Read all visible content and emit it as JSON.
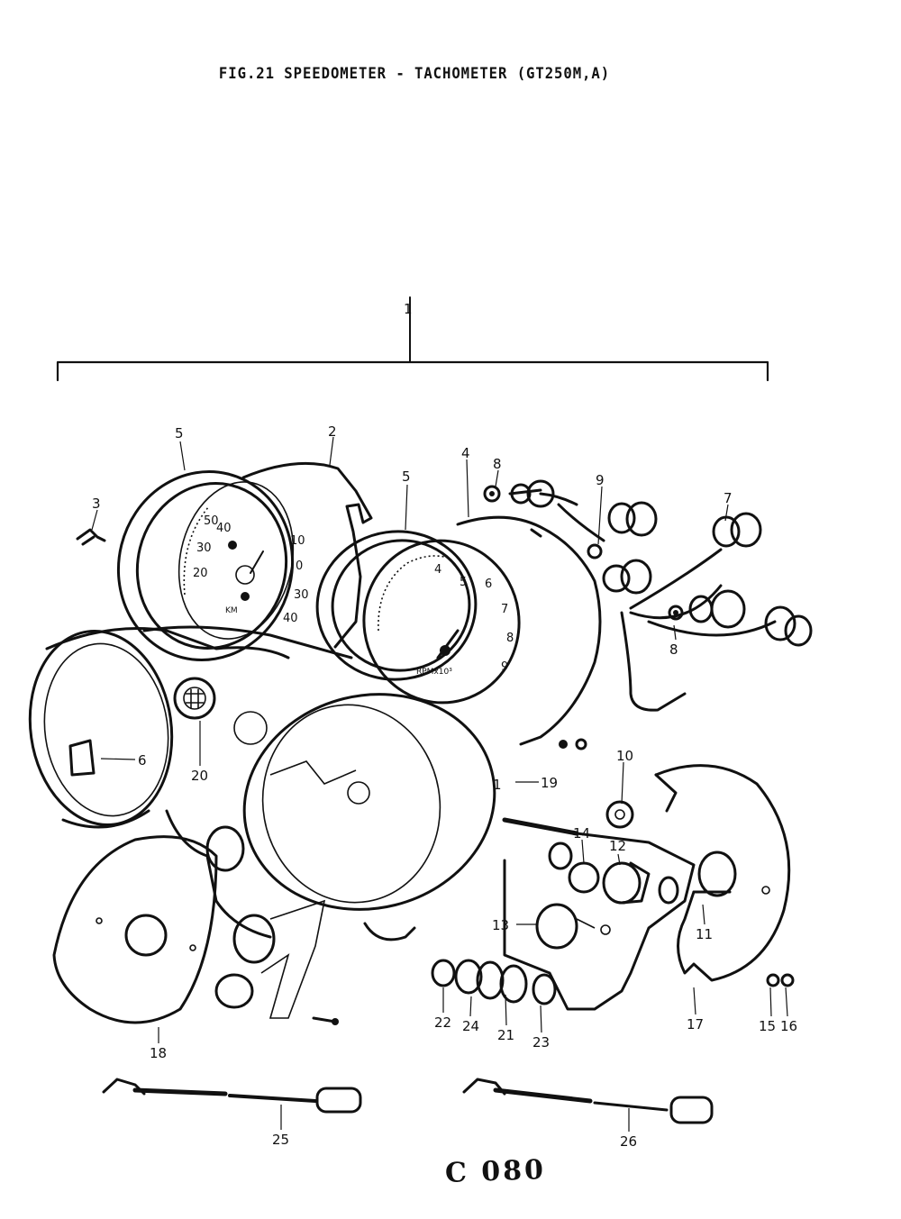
{
  "title": "FIG.21  SPEEDOMETER - TACHOMETER (GT250M,A)",
  "page_code": "C 080",
  "callouts": [
    "1",
    "2",
    "3",
    "4",
    "5",
    "5",
    "6",
    "7",
    "8",
    "8",
    "9",
    "10",
    "11",
    "12",
    "13",
    "14",
    "15",
    "16",
    "17",
    "18",
    "19",
    "20",
    "21",
    "22",
    "23",
    "24",
    "25",
    "26"
  ],
  "speedometer_dial": [
    "20",
    "30",
    "40",
    "50",
    "10",
    "0",
    "30",
    "40",
    "KM"
  ],
  "tachometer_dial": [
    "4",
    "5",
    "6",
    "7",
    "8",
    "9",
    "RPMx10³"
  ],
  "icons": [
    "speedometer-assembly",
    "tachometer-assembly",
    "meter-case",
    "wiring-harness",
    "bulb-socket",
    "drive-cable",
    "mounting-bracket"
  ]
}
